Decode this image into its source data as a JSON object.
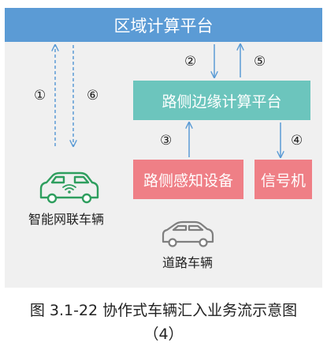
{
  "boxes": {
    "regional_platform": "区域计算平台",
    "roadside_edge_platform": "路侧边缘计算平台",
    "roadside_sensing_device": "路侧感知设备",
    "signal_light": "信号机"
  },
  "steps": [
    "①",
    "②",
    "③",
    "④",
    "⑤",
    "⑥"
  ],
  "vehicles": {
    "intelligent_connected": "智能网联车辆",
    "road_vehicle": "道路车辆"
  },
  "caption": {
    "line1": "图 3.1-22  协作式车辆汇入业务流示意图",
    "line2": "（4）"
  },
  "colors": {
    "regional_platform": "#5b9bd5",
    "edge_platform": "#6cc5bd",
    "devices": "#ef7f86",
    "intelligent_car": "#2e9e5e",
    "road_car": "#7f7f7f",
    "arrows": "#5b9bd5"
  }
}
